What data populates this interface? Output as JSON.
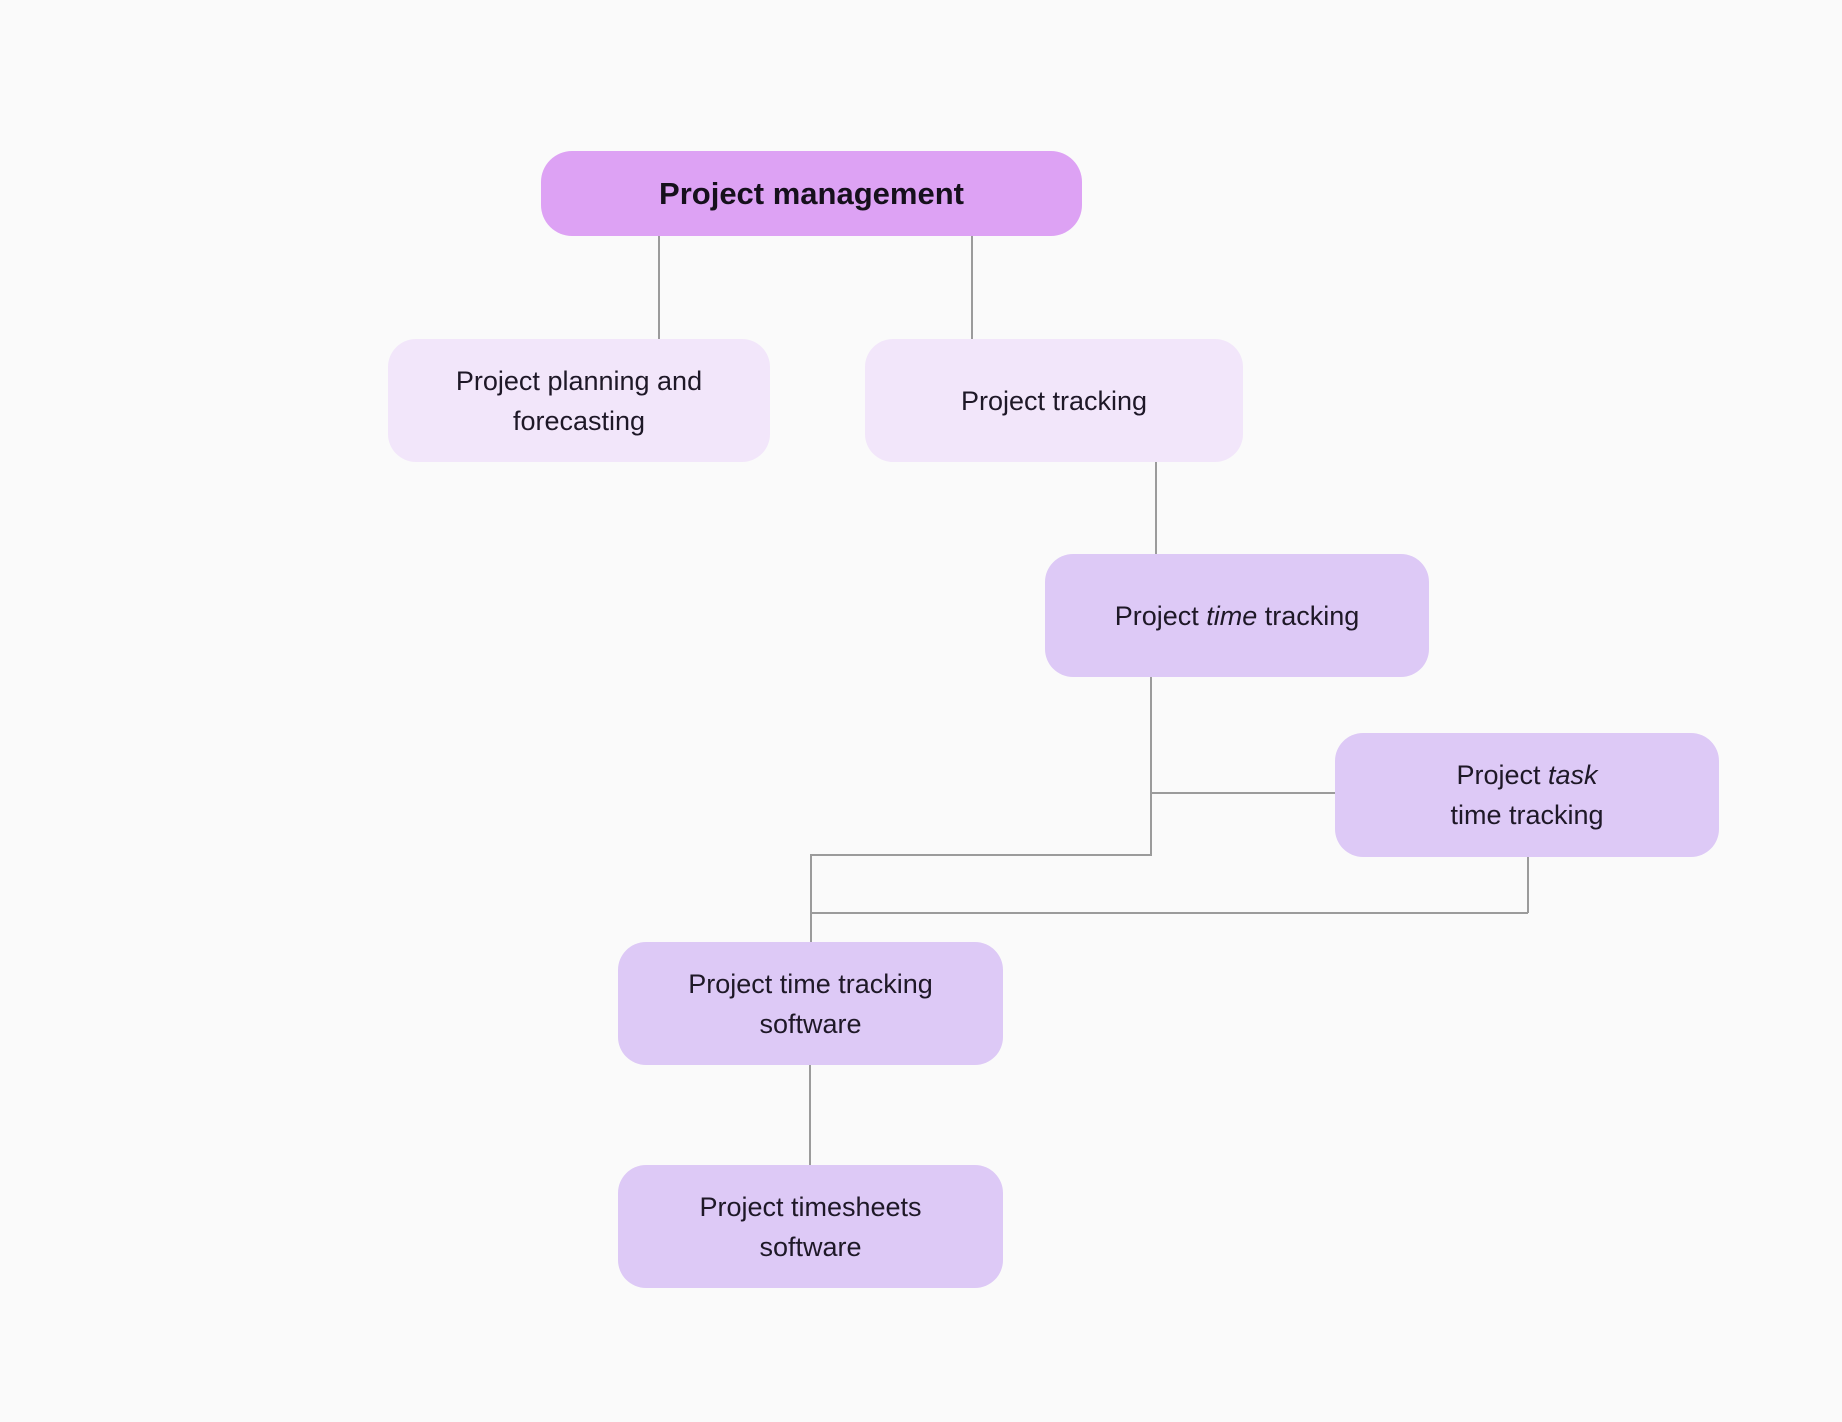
{
  "diagram": {
    "background_color": "#fafafa",
    "connector_color": "#9b9b9b",
    "text_color": "#1e1827",
    "styles": {
      "root": {
        "fill": "#dda2f4"
      },
      "light": {
        "fill": "#f2e6fa"
      },
      "medium": {
        "fill": "#ddc9f6"
      }
    },
    "nodes": [
      {
        "id": "project-management",
        "style": "root",
        "lines": [
          [
            {
              "text": "Project management",
              "italic": false
            }
          ]
        ]
      },
      {
        "id": "project-planning-and-forecasting",
        "style": "light",
        "lines": [
          [
            {
              "text": "Project planning and",
              "italic": false
            }
          ],
          [
            {
              "text": "forecasting",
              "italic": false
            }
          ]
        ]
      },
      {
        "id": "project-tracking",
        "style": "light",
        "lines": [
          [
            {
              "text": "Project tracking",
              "italic": false
            }
          ]
        ]
      },
      {
        "id": "project-time-tracking",
        "style": "medium",
        "lines": [
          [
            {
              "text": "Project ",
              "italic": false
            },
            {
              "text": "time",
              "italic": true
            },
            {
              "text": " tracking",
              "italic": false
            }
          ]
        ]
      },
      {
        "id": "project-task-time-tracking",
        "style": "medium",
        "lines": [
          [
            {
              "text": "Project ",
              "italic": false
            },
            {
              "text": "task",
              "italic": true
            }
          ],
          [
            {
              "text": "time tracking",
              "italic": false
            }
          ]
        ]
      },
      {
        "id": "project-time-tracking-software",
        "style": "medium",
        "lines": [
          [
            {
              "text": "Project time tracking",
              "italic": false
            }
          ],
          [
            {
              "text": "software",
              "italic": false
            }
          ]
        ]
      },
      {
        "id": "project-timesheets-software",
        "style": "medium",
        "lines": [
          [
            {
              "text": "Project timesheets",
              "italic": false
            }
          ],
          [
            {
              "text": "software",
              "italic": false
            }
          ]
        ]
      }
    ],
    "edges": [
      {
        "from": "project-management",
        "to": "project-planning-and-forecasting"
      },
      {
        "from": "project-management",
        "to": "project-tracking"
      },
      {
        "from": "project-tracking",
        "to": "project-time-tracking"
      },
      {
        "from": "project-time-tracking",
        "to": "project-task-time-tracking"
      },
      {
        "from": "project-time-tracking",
        "to": "project-time-tracking-software"
      },
      {
        "from": "project-task-time-tracking",
        "to": "project-time-tracking-software"
      },
      {
        "from": "project-time-tracking-software",
        "to": "project-timesheets-software"
      }
    ]
  }
}
